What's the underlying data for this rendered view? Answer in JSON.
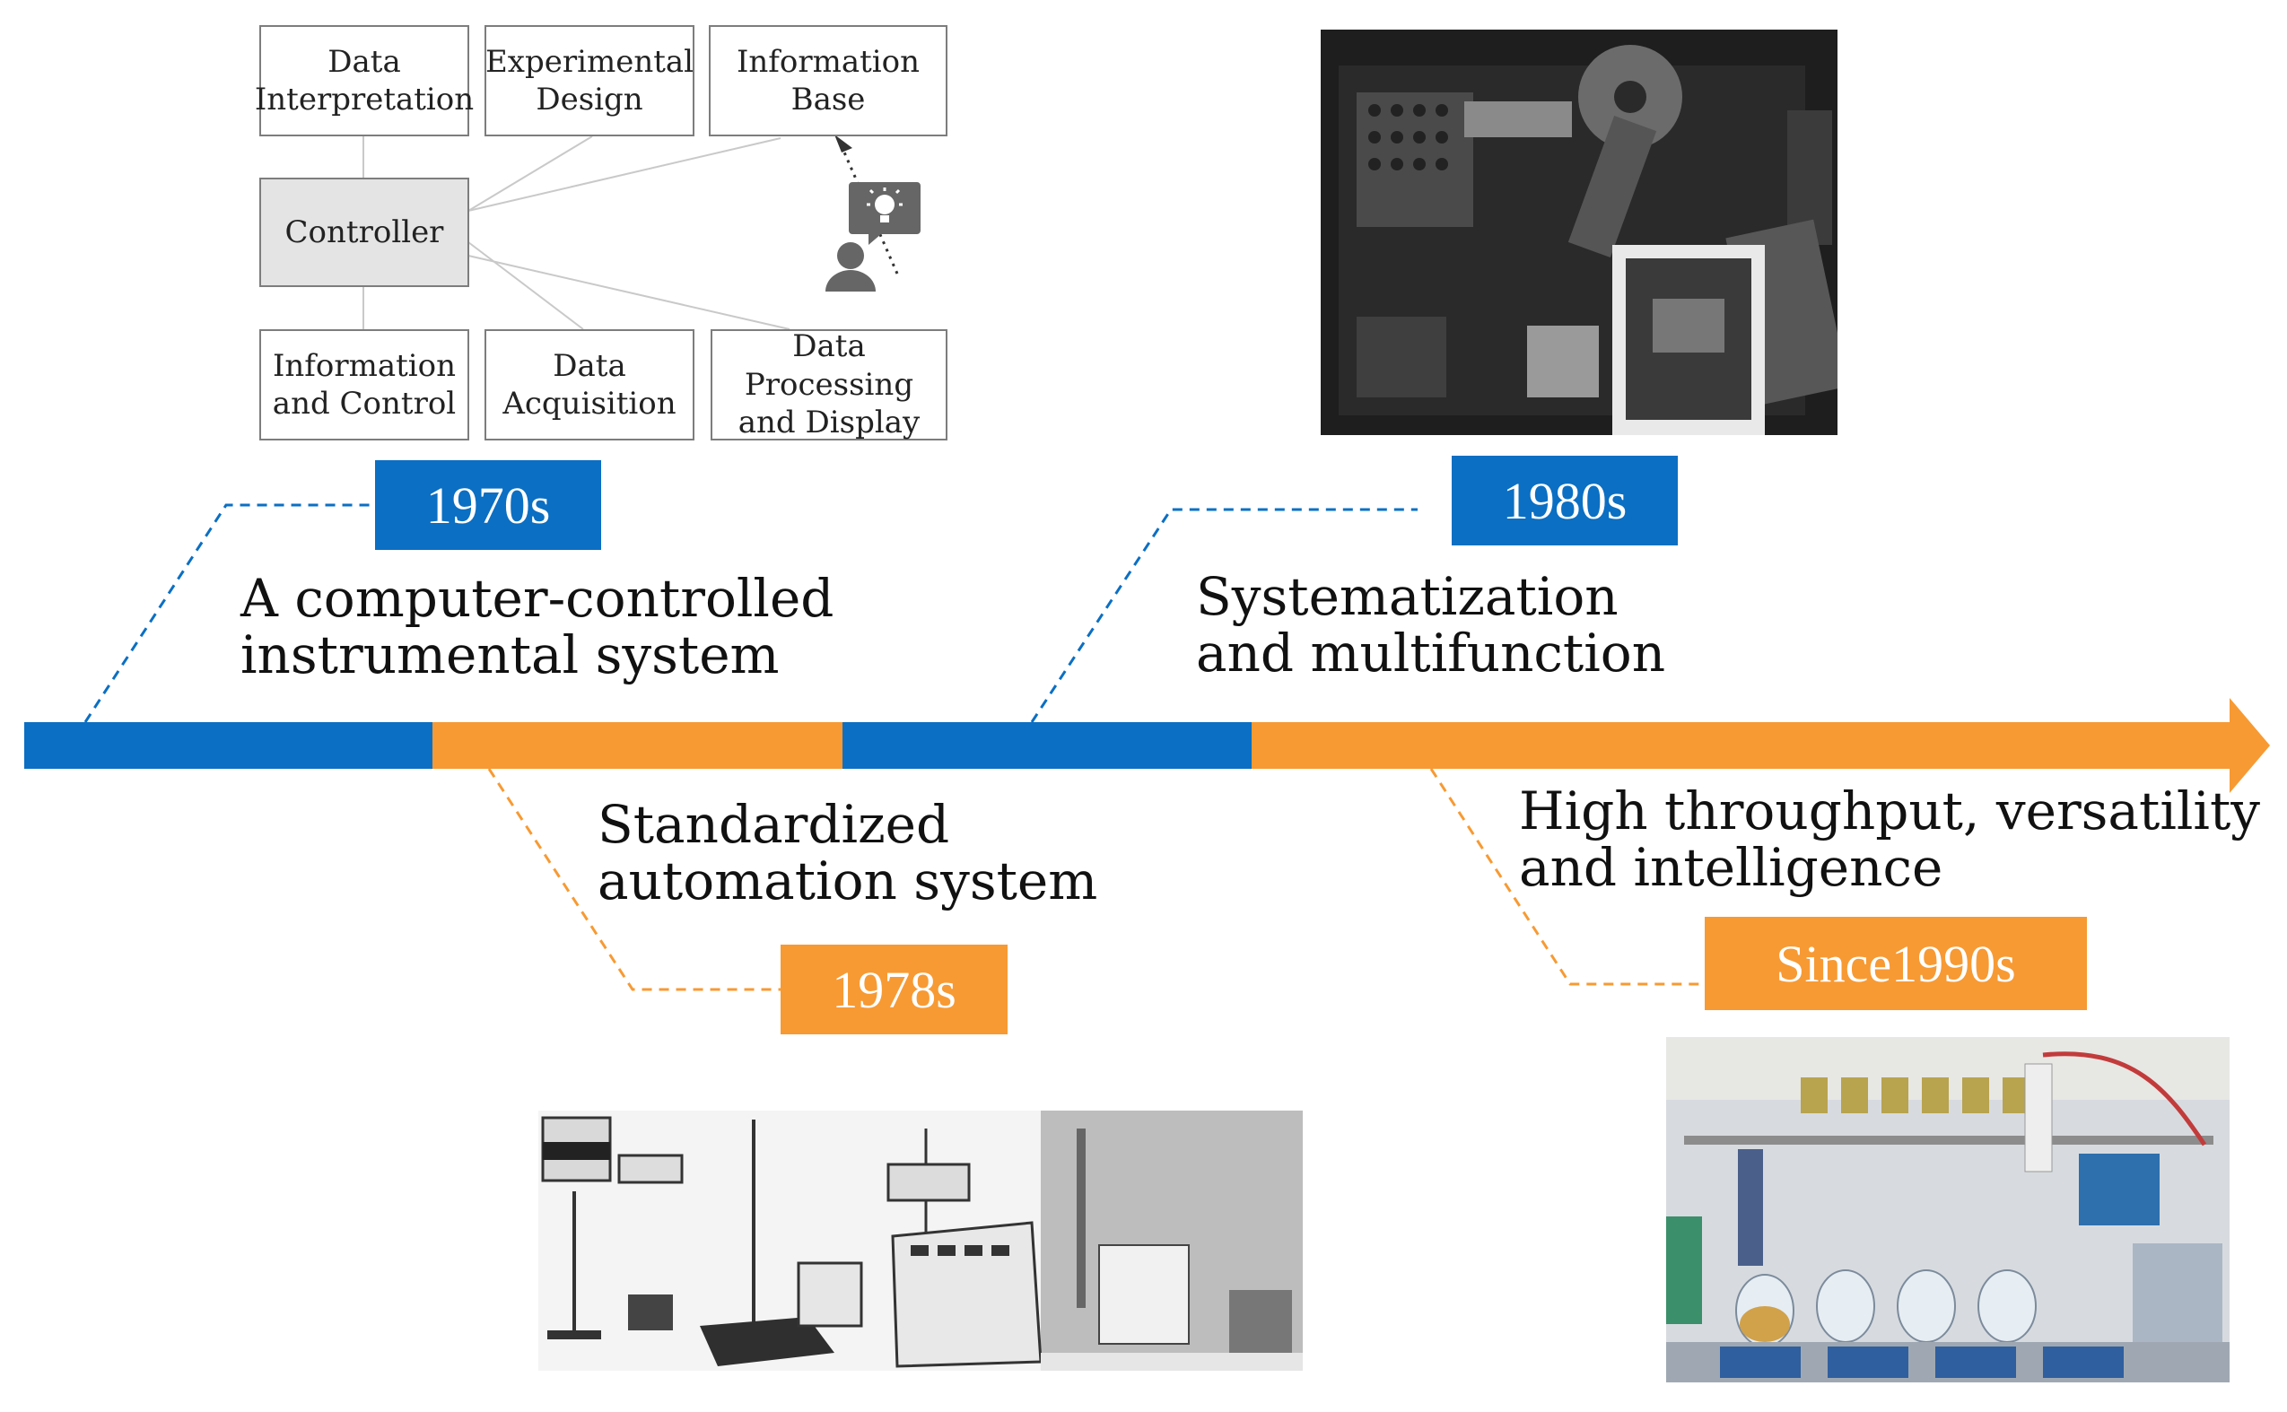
{
  "diagram": {
    "boxes": {
      "data_interpretation": "Data\nInterpretation",
      "experimental_design": "Experimental\nDesign",
      "information_base": "Information\nBase",
      "controller": "Controller",
      "information_control": "Information\nand Control",
      "data_acquisition": "Data\nAcquisition",
      "data_processing": "Data\nProcessing\nand Display"
    }
  },
  "timeline": {
    "colors": {
      "blue": "#0b6fc3",
      "orange": "#f79a33"
    },
    "milestones": [
      {
        "year": "1970s",
        "caption": "A computer-controlled\ninstrumental system",
        "color": "blue"
      },
      {
        "year": "1978s",
        "caption": "Standardized\nautomation system",
        "color": "orange"
      },
      {
        "year": "1980s",
        "caption": "Systematization\nand multifunction",
        "color": "blue"
      },
      {
        "year": "Since1990s",
        "caption": "High throughput, versatility\nand intelligence",
        "color": "orange"
      }
    ]
  },
  "icons": [
    "user-idea-icon"
  ]
}
